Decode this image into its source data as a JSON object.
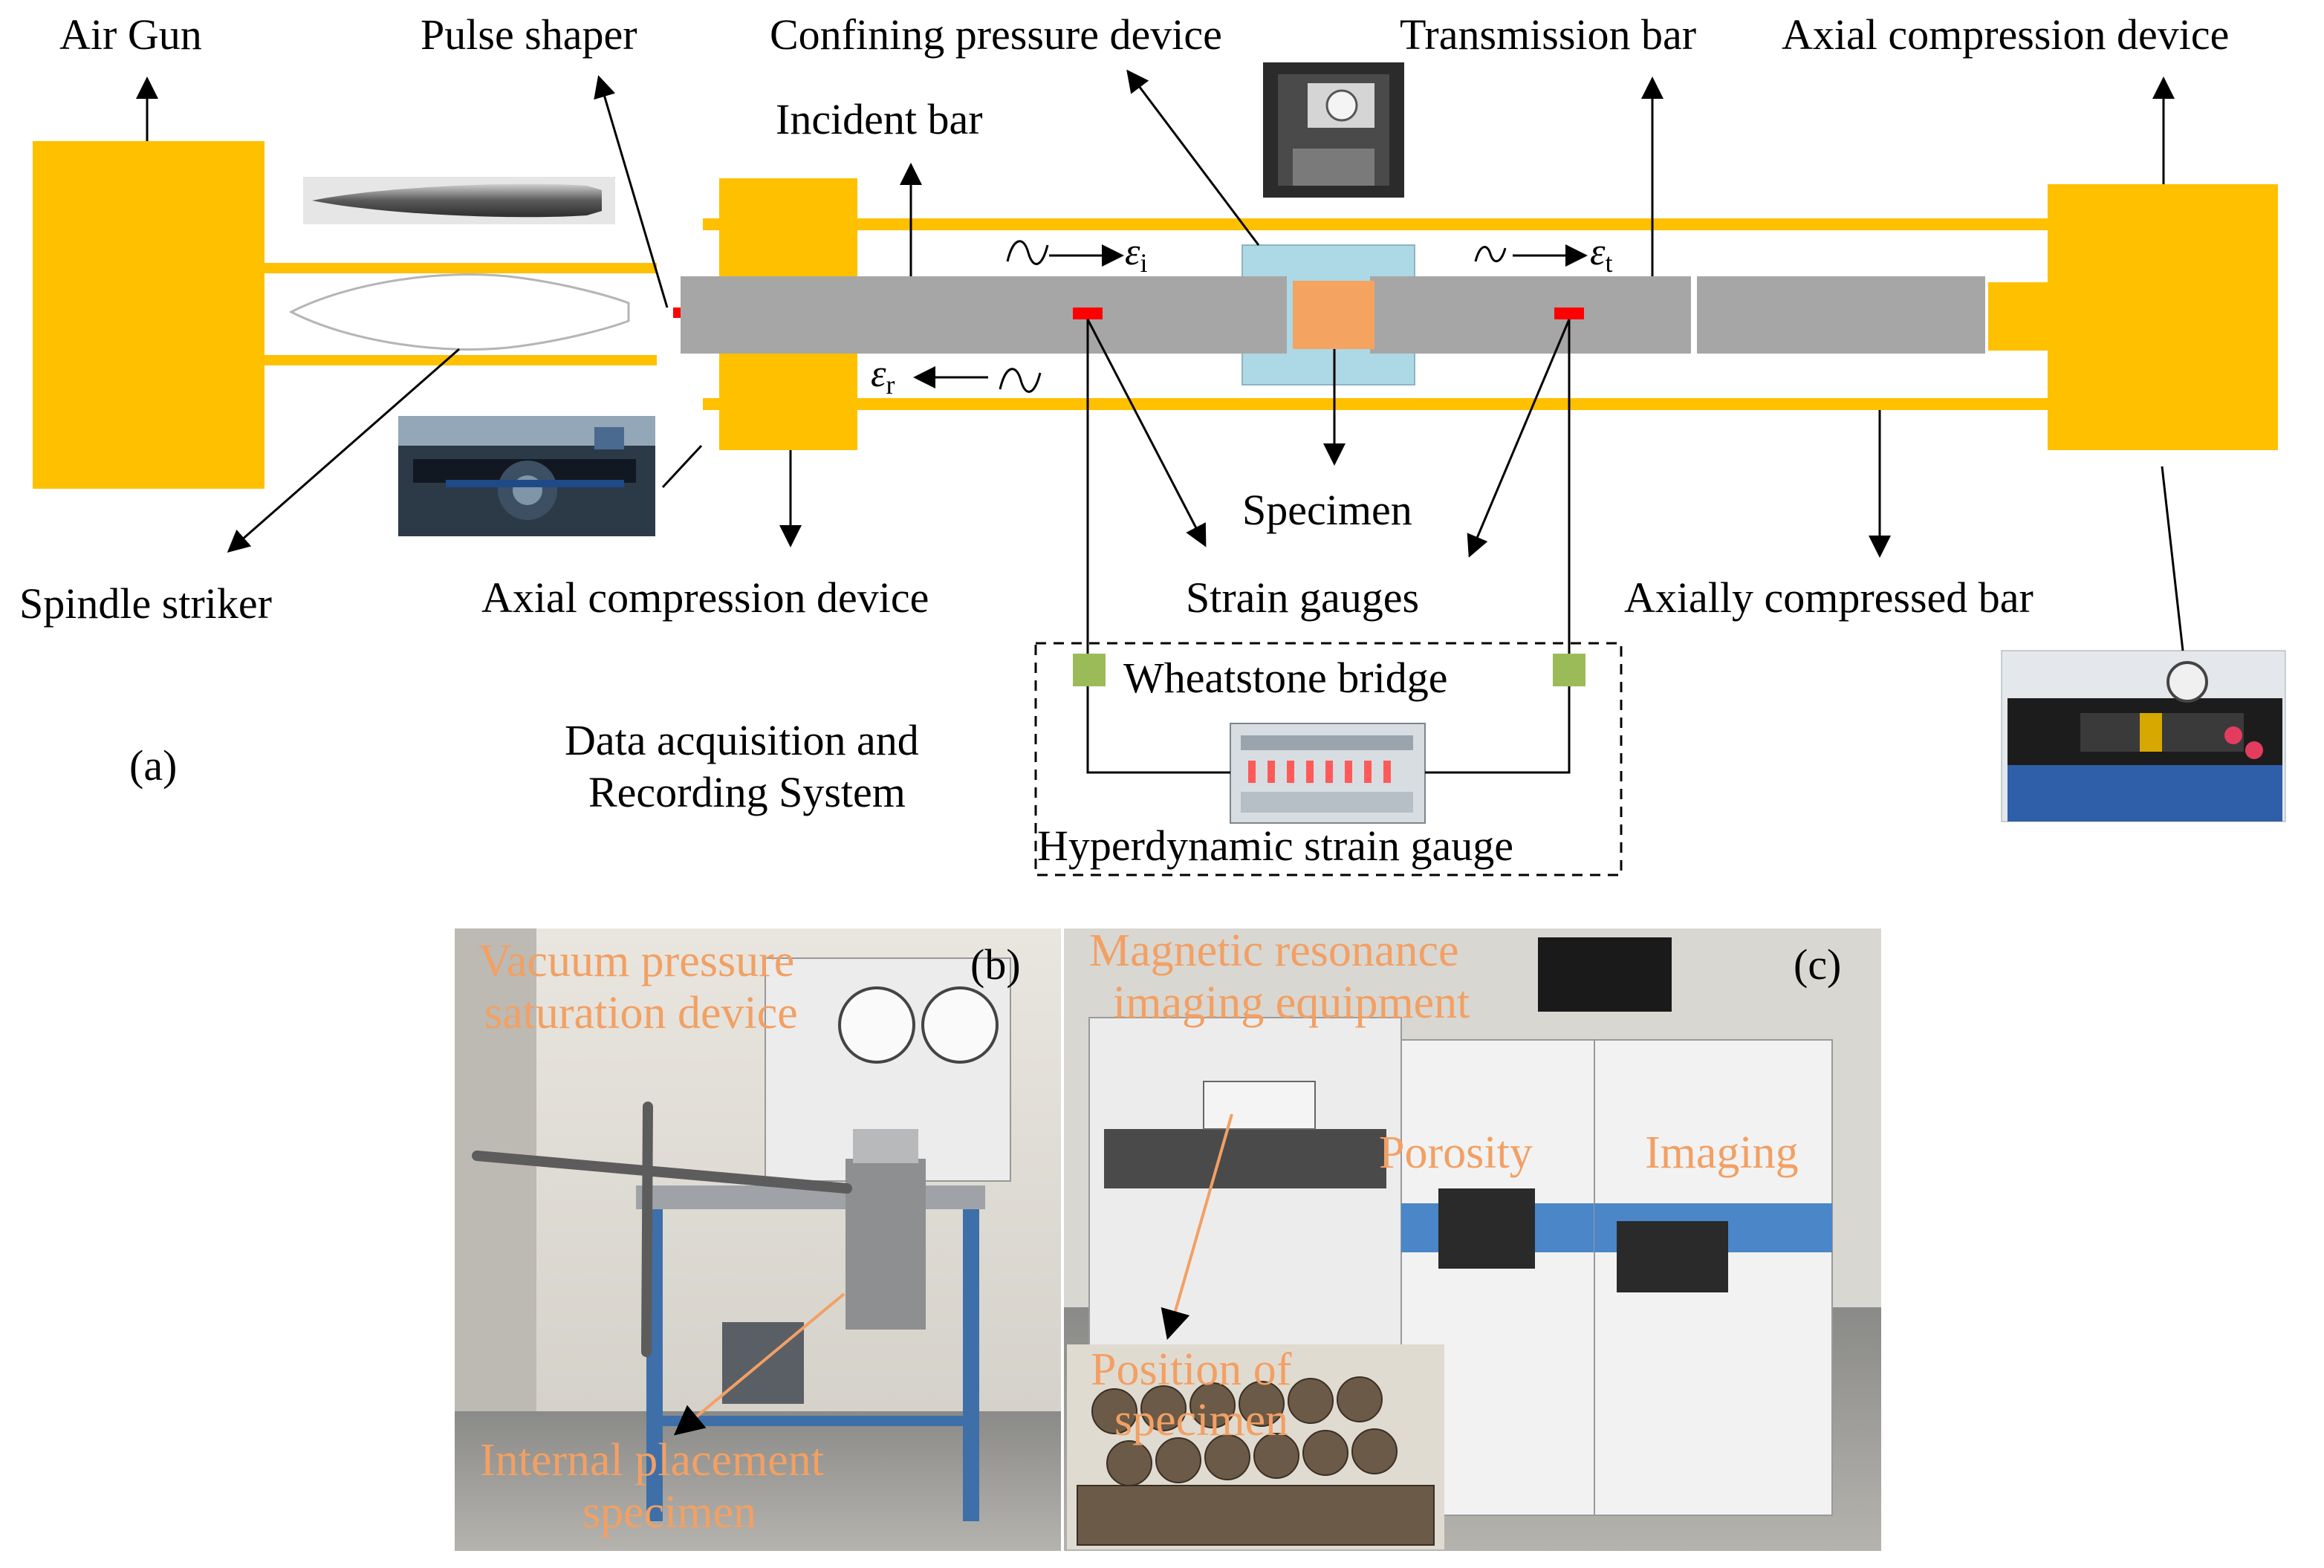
{
  "colors": {
    "device": "#ffc000",
    "bar": "#a6a6a6",
    "chamber": "#add8e6",
    "specimen": "#f4a460",
    "gauge": "#ff0000",
    "bridge_node": "#9bbb59",
    "photo_label": "#f2a064"
  },
  "panel_a": {
    "tag": "(a)",
    "labels": {
      "air_gun": "Air Gun",
      "pulse_shaper": "Pulse shaper",
      "confining": "Confining pressure device",
      "transmission_bar": "Transmission bar",
      "axial_device_right": "Axial compression device",
      "incident_bar": "Incident bar",
      "specimen": "Specimen",
      "spindle_striker": "Spindle striker",
      "axial_device_left": "Axial compression device",
      "strain_gauges": "Strain gauges",
      "axially_bar": "Axially compressed bar",
      "wheatstone": "Wheatstone bridge",
      "daq_line1": "Data acquisition and",
      "daq_line2": "Recording System",
      "hyperdynamic": "Hyperdynamic strain gauge"
    },
    "waves": {
      "incident": {
        "symbol": "ε",
        "sub": "i"
      },
      "transmitted": {
        "symbol": "ε",
        "sub": "t"
      },
      "reflected": {
        "symbol": "ε",
        "sub": "r"
      }
    }
  },
  "panel_b": {
    "tag": "(b)",
    "title_line1": "Vacuum pressure",
    "title_line2": "saturation device",
    "bottom_line1": "Internal placement",
    "bottom_line2": "specimen"
  },
  "panel_c": {
    "tag": "(c)",
    "title_line1": "Magnetic resonance",
    "title_line2": "imaging equipment",
    "porosity": "Porosity",
    "imaging": "Imaging",
    "position_line1": "Position of",
    "position_line2": "specimen"
  }
}
